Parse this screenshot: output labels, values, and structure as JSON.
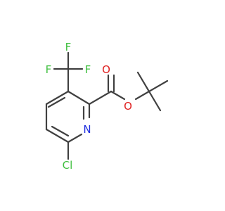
{
  "molecule": {
    "atoms": {
      "F_top": {
        "text": "F",
        "color": "#3fbf3f"
      },
      "F_left": {
        "text": "F",
        "color": "#3fbf3f"
      },
      "F_right": {
        "text": "F",
        "color": "#3fbf3f"
      },
      "O_carbonyl": {
        "text": "O",
        "color": "#e02020"
      },
      "O_ester": {
        "text": "O",
        "color": "#e02020"
      },
      "N_ring": {
        "text": "N",
        "color": "#2030e0"
      },
      "Cl": {
        "text": "Cl",
        "color": "#3fbf3f"
      }
    },
    "bond_color": "#404040"
  }
}
